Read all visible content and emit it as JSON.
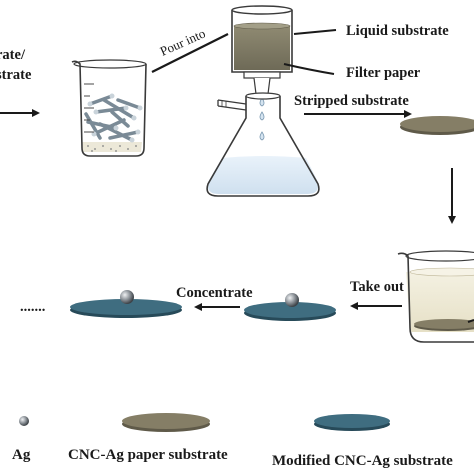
{
  "labels": {
    "cut_left_top": "rate/",
    "cut_left_bottom": "strate",
    "pour_into": "Pour into",
    "liquid_substrate": "Liquid substrate",
    "filter_paper": "Filter paper",
    "stripped_substrate": "Stripped substrate",
    "take_out": "Take out",
    "concentrate": "Concentrate",
    "ellipsis": ".......",
    "legend_ag": "Ag",
    "legend_paper": "CNC-Ag paper substrate",
    "legend_modified": "Modified CNC-Ag substrate"
  },
  "colors": {
    "ink": "#1a1a1a",
    "olive_disc": "#857e66",
    "olive_disc_rim": "#5f5a49",
    "blue_disc": "#3f6d80",
    "blue_disc_rim": "#274a59",
    "sphere": "#8a8f94",
    "liquid": "#dce9f4",
    "glass": "#4a4a4a"
  }
}
